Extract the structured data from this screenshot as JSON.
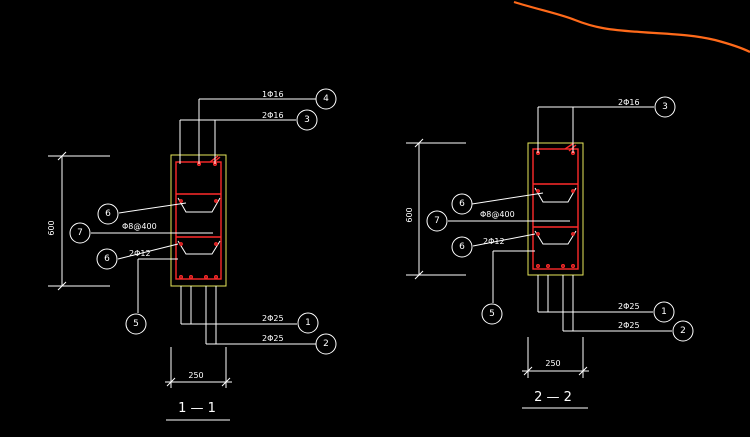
{
  "section_1": {
    "title": "1 — 1",
    "height_dim": "600",
    "width_dim": "250",
    "labels": {
      "top_bar_4": "1Φ16",
      "top_bar_3": "2Φ16",
      "stirrup": "Φ8@400",
      "side_bars": "2Φ12",
      "bottom_bar_1": "2Φ25",
      "bottom_bar_2": "2Φ25"
    },
    "markers": [
      "4",
      "3",
      "6",
      "7",
      "6",
      "5",
      "1",
      "2"
    ]
  },
  "section_2": {
    "title": "2 — 2",
    "height_dim": "600",
    "width_dim": "250",
    "labels": {
      "top_bar_3": "2Φ16",
      "stirrup": "Φ8@400",
      "side_bars": "2Φ12",
      "bottom_bar_1": "2Φ25",
      "bottom_bar_2": "2Φ25"
    },
    "markers": [
      "3",
      "6",
      "7",
      "6",
      "5",
      "1",
      "2"
    ]
  },
  "colors": {
    "background": "#000000",
    "concrete_outline": "#e8e85a",
    "rebar": "#ff2a2a",
    "leader": "#ffffff",
    "boundary_curve": "#ff6a1a"
  }
}
